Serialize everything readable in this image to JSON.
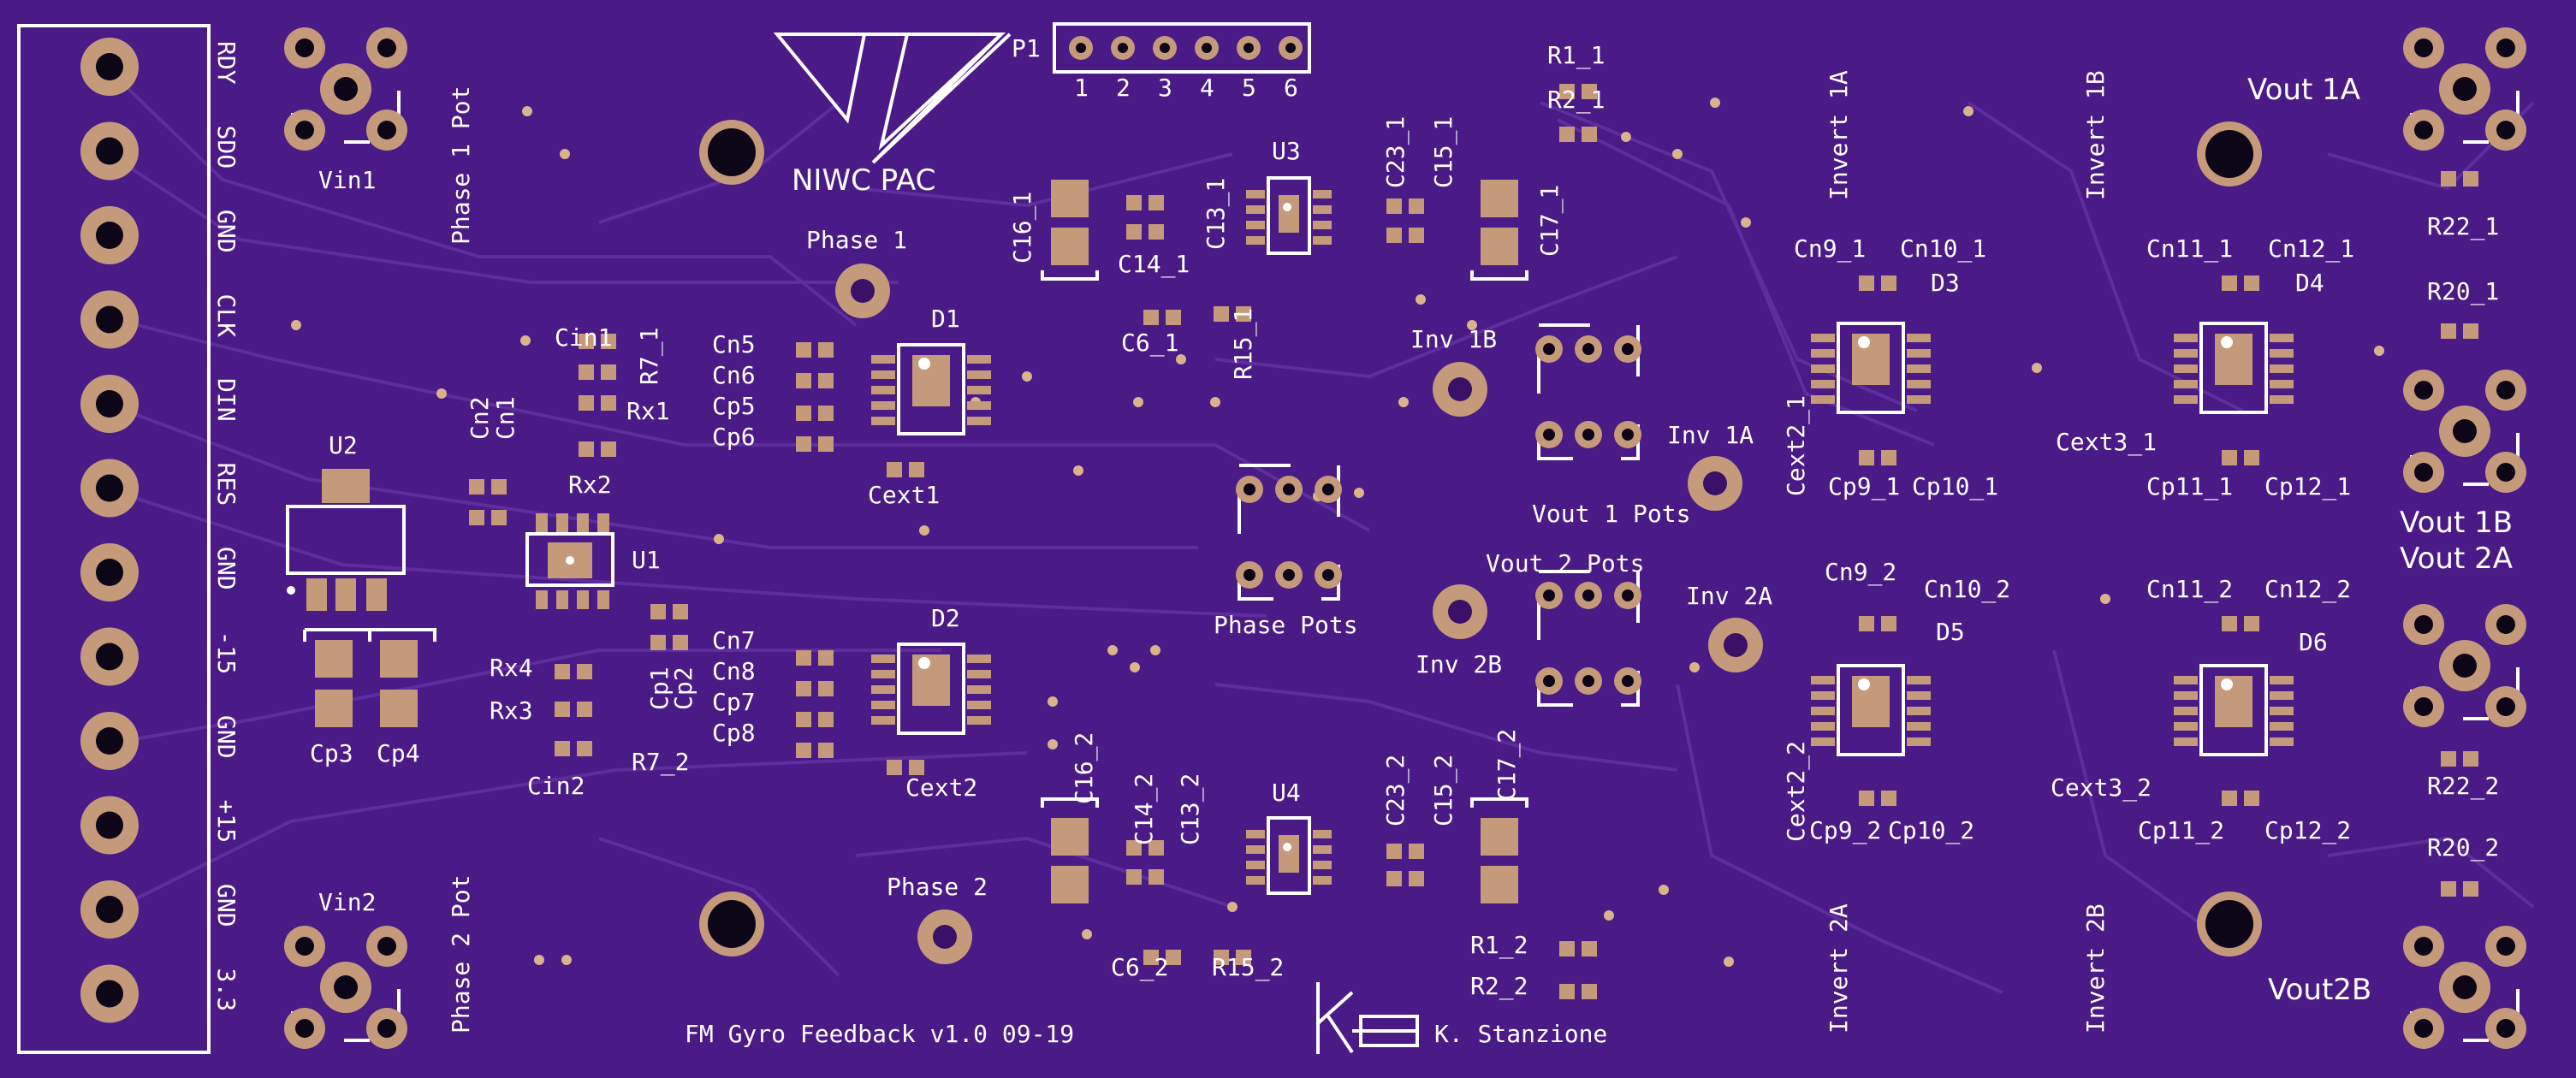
{
  "board": {
    "title": "FM Gyro Feedback v1.0 09-19",
    "author": "K. Stanzione",
    "org": "NIWC PAC",
    "colors": {
      "substrate": "#4a1a86",
      "trace": "#5a2a9a",
      "silk": "#ffffff",
      "copper": "#c49a7a",
      "hole": "#1a0a2a"
    }
  },
  "header_pins": [
    "RDY",
    "SDO",
    "GND",
    "CLK",
    "DIN",
    "RES",
    "GND",
    "-15",
    "GND",
    "+15",
    "GND",
    "3.3"
  ],
  "p1": {
    "label": "P1",
    "pins": [
      "1",
      "2",
      "3",
      "4",
      "5",
      "6"
    ]
  },
  "labels": {
    "vin1": "Vin1",
    "vin2": "Vin2",
    "phase1_pot": "Phase 1 Pot",
    "phase2_pot": "Phase 2 Pot",
    "phase1": "Phase 1",
    "phase2": "Phase 2",
    "phase_pots": "Phase Pots",
    "u1": "U1",
    "u2": "U2",
    "u3": "U3",
    "u4": "U4",
    "d1": "D1",
    "d2": "D2",
    "d3": "D3",
    "d4": "D4",
    "d5": "D5",
    "d6": "D6",
    "inv1b": "Inv 1B",
    "inv1a": "Inv 1A",
    "inv2b": "Inv 2B",
    "inv2a": "Inv 2A",
    "vout1_pots": "Vout 1 Pots",
    "vout2_pots": "Vout 2 Pots",
    "invert1a": "Invert 1A",
    "invert1b": "Invert 1B",
    "invert2a": "Invert 2A",
    "invert2b": "Invert 2B",
    "vout1a": "Vout 1A",
    "vout1b": "Vout 1B",
    "vout2a": "Vout 2A",
    "vout2b": "Vout2B",
    "r1_1": "R1_1",
    "r2_1": "R2_1",
    "r1_2": "R1_2",
    "r2_2": "R2_2",
    "r22_1": "R22_1",
    "r20_1": "R20_1",
    "r22_2": "R22_2",
    "r20_2": "R20_2",
    "cin1": "Cin1",
    "cin2": "Cin2",
    "r7_1": "R7_1",
    "r7_2": "R7_2",
    "rx1": "Rx1",
    "rx2": "Rx2",
    "rx3": "Rx3",
    "rx4": "Rx4",
    "cn1": "Cn1",
    "cn2": "Cn2",
    "cp1": "Cp1",
    "cp2": "Cp2",
    "cp3": "Cp3",
    "cp4": "Cp4",
    "cn5": "Cn5",
    "cn6": "Cn6",
    "cp5": "Cp5",
    "cp6": "Cp6",
    "cn7": "Cn7",
    "cn8": "Cn8",
    "cp7": "Cp7",
    "cp8": "Cp8",
    "cext1": "Cext1",
    "cext2": "Cext2",
    "c16_1": "C16_1",
    "c14_1": "C14_1",
    "c13_1": "C13_1",
    "c23_1": "C23_1",
    "c15_1": "C15_1",
    "c17_1": "C17_1",
    "c6_1": "C6_1",
    "r15_1": "R15_1",
    "c16_2": "C16_2",
    "c14_2": "C14_2",
    "c13_2": "C13_2",
    "c23_2": "C23_2",
    "c15_2": "C15_2",
    "c17_2": "C17_2",
    "c6_2": "C6_2",
    "r15_2": "R15_2",
    "cn9_1": "Cn9_1",
    "cn10_1": "Cn10_1",
    "cext2_1": "Cext2_1",
    "cp9_1": "Cp9_1",
    "cp10_1": "Cp10_1",
    "cn11_1": "Cn11_1",
    "cn12_1": "Cn12_1",
    "cext3_1": "Cext3_1",
    "cp11_1": "Cp11_1",
    "cp12_1": "Cp12_1",
    "cn9_2": "Cn9_2",
    "cn10_2": "Cn10_2",
    "cext2_2": "Cext2_2",
    "cp9_2": "Cp9_2",
    "cp10_2": "Cp10_2",
    "cn11_2": "Cn11_2",
    "cn12_2": "Cn12_2",
    "cext3_2": "Cext3_2",
    "cp11_2": "Cp11_2",
    "cp12_2": "Cp12_2"
  },
  "icons": {
    "logo": "niwc-logo-icon",
    "author_logo": "k-logo-icon"
  }
}
